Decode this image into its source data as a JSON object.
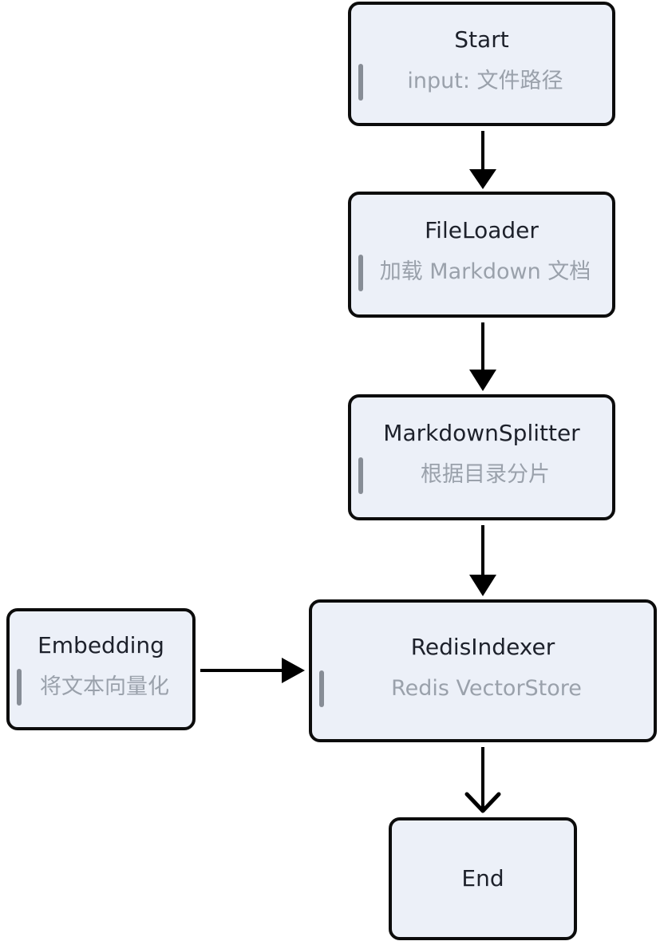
{
  "diagram": {
    "type": "flowchart",
    "direction": "top-down",
    "colors": {
      "background": "#ffffff",
      "node_fill": "#ecf0f8",
      "node_border": "#0c0c0c",
      "title_text": "#1d212b",
      "subtitle_text": "#9aa1ab",
      "quote_bar": "#878d96",
      "arrow": "#000000"
    },
    "nodes": [
      {
        "id": "start",
        "title": "Start",
        "subtitle": "input: 文件路径"
      },
      {
        "id": "fileloader",
        "title": "FileLoader",
        "subtitle": "加载 Markdown 文档"
      },
      {
        "id": "markdownsplitter",
        "title": "MarkdownSplitter",
        "subtitle": "根据目录分片"
      },
      {
        "id": "embedding",
        "title": "Embedding",
        "subtitle": "将文本向量化"
      },
      {
        "id": "redisindexer",
        "title": "RedisIndexer",
        "subtitle": "Redis VectorStore"
      },
      {
        "id": "end",
        "title": "End",
        "subtitle": ""
      }
    ],
    "edges": [
      {
        "from": "Start",
        "to": "FileLoader",
        "head": "solid-triangle"
      },
      {
        "from": "FileLoader",
        "to": "MarkdownSplitter",
        "head": "solid-triangle"
      },
      {
        "from": "MarkdownSplitter",
        "to": "RedisIndexer",
        "head": "solid-triangle"
      },
      {
        "from": "Embedding",
        "to": "RedisIndexer",
        "head": "solid-triangle"
      },
      {
        "from": "RedisIndexer",
        "to": "End",
        "head": "open-chevron"
      }
    ]
  }
}
